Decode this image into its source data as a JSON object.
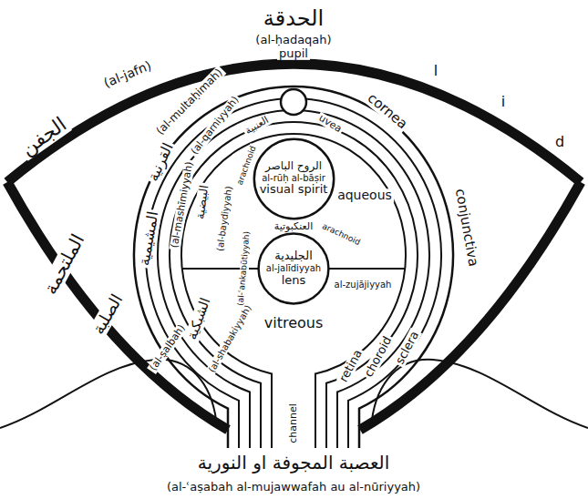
{
  "diagram": {
    "nodes": [
      {
        "text": [
          "الروح الباصر",
          "al-rūḥ al-bāṣir",
          "visual spirit"
        ]
      },
      {
        "text": [
          "الجليدية",
          "al-jalīdiyyah",
          "lens"
        ]
      }
    ],
    "labels": [
      "الحدقة",
      "(al-ḥadaqah)",
      "pupil",
      "(al-jafn)",
      "الجفن",
      "l",
      "i",
      "d",
      "(al-multaḥimah)",
      "الملتحمة",
      "(al-qarniyyah)",
      "القرنية",
      "(al-mashīmiyyah)",
      "المشيمية",
      "العنبية",
      "uvea",
      "arachnoid",
      "(al-baydiyyah)",
      "البيضية",
      "العنكبوتية",
      "arachnoid",
      "(al-ʿankabūtiyyah)",
      "al-zujājiyyah",
      "aqueous",
      "vitreous",
      "(al-shabakiyyah)",
      "الشبكية",
      "(al-ṣalbah)",
      "الصلبة",
      "cornea",
      "conjunctiva",
      "retina",
      "choroid",
      "sclera",
      "channel",
      "العصبة المجوفة او النورية",
      "(al-ʿaṣabah al-mujawwafah au al-nūriyyah)"
    ]
  }
}
